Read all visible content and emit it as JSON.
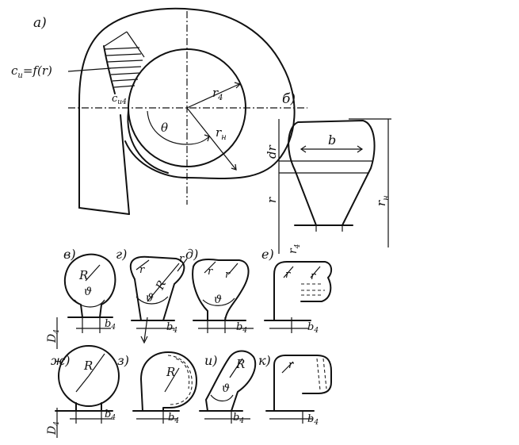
{
  "labels": {
    "panel_a": "а)",
    "panel_b": "б)",
    "cu": "c",
    "cu_sub": "u",
    "cu_rest": "=f(r)",
    "cu4": "c",
    "cu4_sub": "u4",
    "r4": "r",
    "r4_sub": "4",
    "rn": "r",
    "rn_sub": "н",
    "theta": "θ",
    "b": "b",
    "dr": "dr",
    "r": "r",
    "r4_b": "r",
    "r4_b_sub": "4",
    "rn_b": "r",
    "rn_b_sub": "н",
    "v": "в)",
    "g": "г)",
    "d": "д)",
    "e": "е)",
    "zh": "ж)",
    "z": "з)",
    "i": "и)",
    "k": "к)",
    "R": "R",
    "small_r": "r",
    "angle": "ϑ",
    "b4": "b",
    "b4_sub": "4",
    "D4": "D",
    "D4_sub": "4"
  }
}
